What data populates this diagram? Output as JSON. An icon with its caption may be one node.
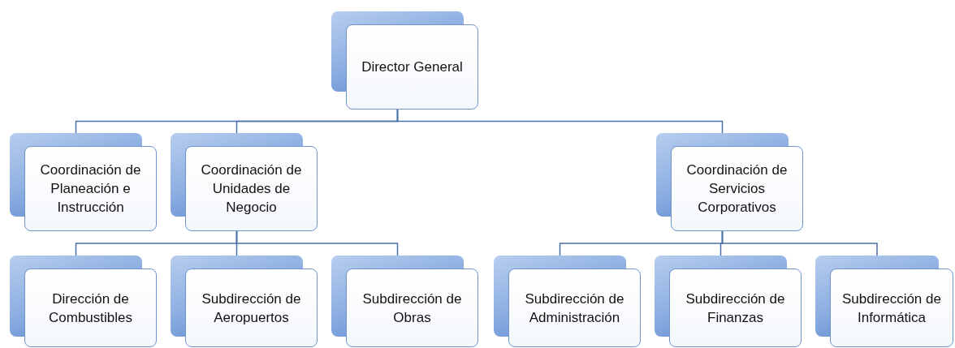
{
  "diagram": {
    "nodes": [
      {
        "text": [
          "Director General"
        ]
      },
      {
        "text": [
          "Coordinación de Planeación e Instrucción"
        ]
      },
      {
        "text": [
          "Coordinación de Unidades de Negocio"
        ]
      },
      {
        "text": [
          "Coordinación de Servicios Corporativos"
        ]
      },
      {
        "text": [
          "Dirección de Combustibles"
        ]
      },
      {
        "text": [
          "Subdirección de Aeropuertos"
        ]
      },
      {
        "text": [
          "Subdirección de Obras"
        ]
      },
      {
        "text": [
          "Subdirección de Administración"
        ]
      },
      {
        "text": [
          "Subdirección de Finanzas"
        ]
      },
      {
        "text": [
          "Subdirección de Informática"
        ]
      }
    ],
    "edges": [
      {
        "from": 0,
        "to": 1,
        "arrow": "none"
      },
      {
        "from": 0,
        "to": 2,
        "arrow": "none"
      },
      {
        "from": 0,
        "to": 3,
        "arrow": "none"
      },
      {
        "from": 2,
        "to": 4,
        "arrow": "none"
      },
      {
        "from": 2,
        "to": 5,
        "arrow": "none"
      },
      {
        "from": 2,
        "to": 6,
        "arrow": "none"
      },
      {
        "from": 3,
        "to": 7,
        "arrow": "none"
      },
      {
        "from": 3,
        "to": 8,
        "arrow": "none"
      },
      {
        "from": 3,
        "to": 9,
        "arrow": "none"
      }
    ]
  }
}
